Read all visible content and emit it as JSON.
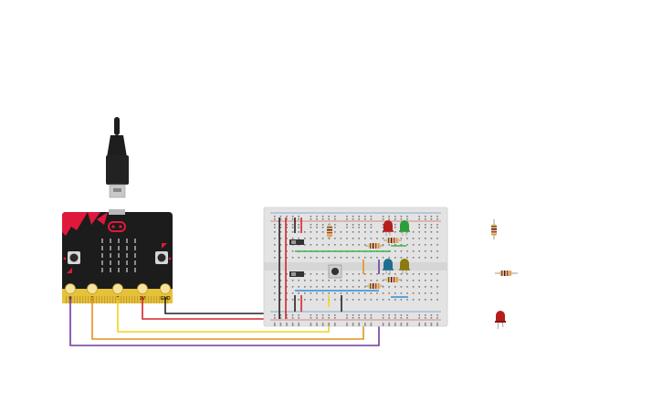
{
  "canvas": {
    "background": "#ffffff"
  },
  "microbit": {
    "pins": [
      {
        "label": "0"
      },
      {
        "label": "1"
      },
      {
        "label": "2"
      },
      {
        "label": "3V"
      },
      {
        "label": "GND"
      }
    ],
    "buttons": [
      "A",
      "B"
    ],
    "colors": {
      "board": "#1c1c1c",
      "accent": "#e0183c",
      "edge": "#e6c23a"
    }
  },
  "usb_cable": {
    "color": "#1e1e1e"
  },
  "breadboard": {
    "color": "#e3e3e3"
  },
  "wires": {
    "black": "#222222",
    "red": "#d4262b",
    "yellow": "#f2d21b",
    "orange": "#e8901a",
    "purple": "#6f3aa0",
    "green": "#3fb34a",
    "blue": "#2f8ed8"
  },
  "components": {
    "leds_on_board": [
      {
        "color_name": "red",
        "color": "#b51e1e"
      },
      {
        "color_name": "green",
        "color": "#2e9e3a"
      },
      {
        "color_name": "blue",
        "color": "#1e6f8f"
      },
      {
        "color_name": "yellow",
        "color": "#8a7a10"
      }
    ],
    "loose_parts": [
      {
        "kind": "resistor-vertical"
      },
      {
        "kind": "resistor-horizontal"
      },
      {
        "kind": "led-red"
      }
    ]
  }
}
